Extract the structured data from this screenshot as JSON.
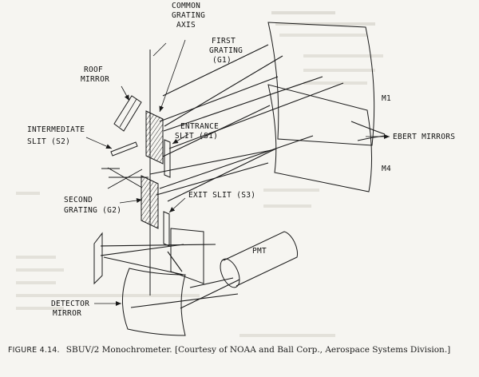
{
  "labels": {
    "common_axis_1": "COMMON",
    "common_axis_2": "GRATING",
    "common_axis_3": "AXIS",
    "first_grating_1": "FIRST",
    "first_grating_2": "GRATING",
    "first_grating_3": "(G1)",
    "roof_mirror_1": "ROOF",
    "roof_mirror_2": "MIRROR",
    "intermediate_slit_1": "INTERMEDIATE",
    "intermediate_slit_2": "SLIT (S2)",
    "entrance_slit_1": "ENTRANCE",
    "entrance_slit_2": "SLIT (S1)",
    "m1": "M1",
    "ebert_mirrors": "EBERT MIRRORS",
    "m4": "M4",
    "exit_slit": "EXIT SLIT (S3)",
    "second_grating_1": "SECOND",
    "second_grating_2": "GRATING (G2)",
    "pmt": "PMT",
    "detector_mirror_1": "DETECTOR",
    "detector_mirror_2": "MIRROR"
  },
  "caption": {
    "figure_number": "FIGURE 4.14.",
    "text": "SBUV/2 Monochrometer. [Courtesy of NOAA and Ball Corp., Aerospace Systems Division.]"
  }
}
